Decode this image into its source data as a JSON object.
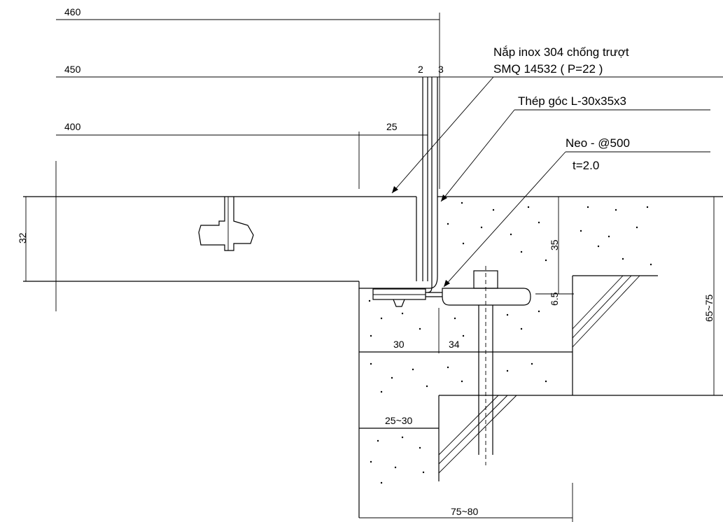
{
  "dimensions": {
    "d460": "460",
    "d450": "450",
    "d400": "400",
    "d25": "25",
    "d2": "2",
    "d3": "3",
    "d32": "32",
    "d35": "35",
    "d6_5": "6.5",
    "d65_75": "65~75",
    "d30": "30",
    "d34": "34",
    "d25_30": "25~30",
    "d75_80": "75~80"
  },
  "callouts": {
    "cover_line1": "Nắp inox 304 chống trượt",
    "cover_line2": "SMQ 14532 ( P=22 )",
    "angle": "Thép góc L-30x35x3",
    "anchor": "Neo - @500",
    "thickness": "t=2.0"
  }
}
